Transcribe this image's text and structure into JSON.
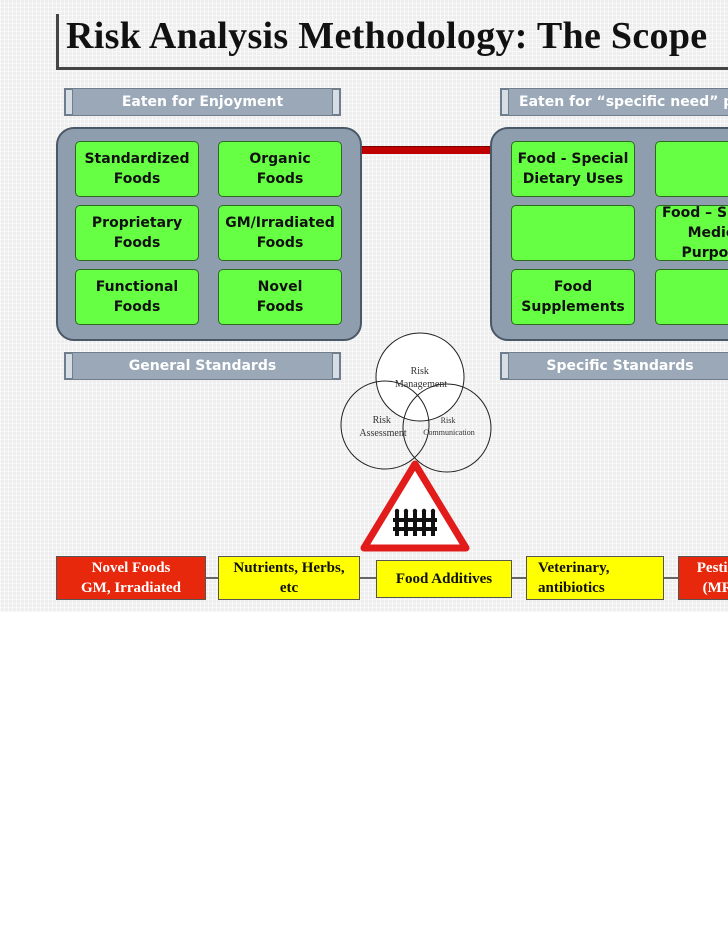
{
  "title": "Risk Analysis Methodology: The Scope",
  "header_bars": {
    "left": "Eaten for Enjoyment",
    "right": "Eaten for “specific need” prevention"
  },
  "footer_bars": {
    "left": "General Standards",
    "right": "Specific Standards"
  },
  "left_panel_boxes": [
    "Standardized\nFoods",
    "Organic\nFoods",
    "Proprietary\nFoods",
    "GM/Irradiated\nFoods",
    "Functional\nFoods",
    "Novel\nFoods"
  ],
  "right_panel_boxes": [
    "Food - Special\nDietary Uses",
    "",
    "",
    "Food – Special\nMedical Purposes",
    "Food\nSupplements",
    ""
  ],
  "venn": {
    "management": "Risk\nManagement",
    "assessment": "Risk\nAssessment",
    "communication": "Risk\nCommunication"
  },
  "bottom_boxes": [
    {
      "text": "Novel Foods\nGM, Irradiated",
      "bg": "#e8280c",
      "fg": "#ffffff"
    },
    {
      "text": "Nutrients, Herbs,\netc",
      "bg": "#ffff00",
      "fg": "#111111"
    },
    {
      "text": "Food Additives",
      "bg": "#ffff00",
      "fg": "#111111"
    },
    {
      "text": "Veterinary,\nantibiotics",
      "bg": "#ffff00",
      "fg": "#111111"
    },
    {
      "text": "Pesticides\n(MRLs)",
      "bg": "#e8280c",
      "fg": "#ffffff"
    }
  ],
  "colors": {
    "green_box": "#66ff44",
    "panel": "#8f9eae",
    "bar": "#9aa8b7",
    "connector_red": "#c00000",
    "sign_red": "#e21b1b"
  },
  "icons": {
    "warning_sign": "level-crossing-warning-icon"
  }
}
